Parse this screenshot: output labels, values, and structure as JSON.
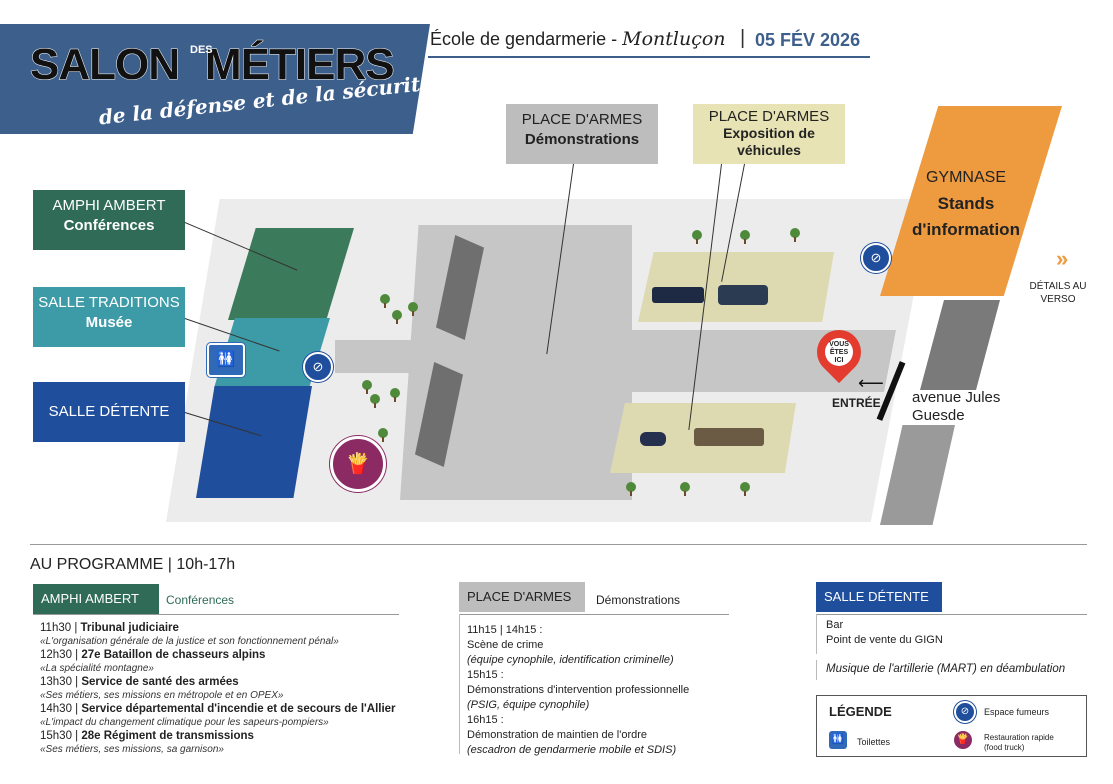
{
  "header": {
    "title_line1": "SALON",
    "title_des": "DES",
    "title_metiers": "MÉTIERS",
    "title_line2": "de la défense et de la sécurité",
    "school": "École de gendarmerie - ",
    "school_city": "Montluçon",
    "separator": "|",
    "date": "05 FÉV 2026"
  },
  "map": {
    "amphi": {
      "name": "AMPHI AMBERT",
      "sub": "Conférences"
    },
    "traditions": {
      "name": "SALLE TRADITIONS",
      "sub": "Musée"
    },
    "detente": {
      "name": "SALLE DÉTENTE"
    },
    "place1": {
      "name": "PLACE D'ARMES",
      "sub": "Démonstrations"
    },
    "place2": {
      "name": "PLACE D'ARMES",
      "sub": "Exposition de véhicules"
    },
    "gym": {
      "name": "GYMNASE",
      "sub": "Stands d'information"
    },
    "pin": "VOUS ÊTES ICI",
    "entree": "ENTRÉE",
    "street": "avenue Jules Guesde",
    "details": "DÉTAILS AU VERSO",
    "details_icon": "»",
    "icons": {
      "smoking": "smoking-area-icon",
      "toilets": "toilets-icon",
      "food": "food-truck-icon"
    }
  },
  "programme": {
    "title": "AU PROGRAMME | 10h-17h",
    "amphi": {
      "tag": "AMPHI AMBERT",
      "sub": "Conférences",
      "events": [
        {
          "time": "11h30 | ",
          "title": "Tribunal judiciaire",
          "desc": "«L'organisation générale de la justice et son fonctionnement pénal»"
        },
        {
          "time": "12h30 | ",
          "title": "27e Bataillon de chasseurs alpins",
          "desc": "«La spécialité montagne»"
        },
        {
          "time": "13h30 | ",
          "title": "Service de santé des armées",
          "desc": "«Ses métiers, ses missions en métropole et en OPEX»"
        },
        {
          "time": "14h30 | ",
          "title": "Service départemental d'incendie et de secours de l'Allier",
          "desc": "«L'impact du changement climatique pour les sapeurs-pompiers»"
        },
        {
          "time": "15h30 | ",
          "title": "28e Régiment de transmissions",
          "desc": "«Ses métiers, ses missions, sa garnison»"
        }
      ]
    },
    "place": {
      "tag": "PLACE D'ARMES",
      "sub": "Démonstrations",
      "l1": "11h15 | 14h15 :",
      "l2": "Scène de crime",
      "l3": "(équipe cynophile, identification criminelle)",
      "l4": "15h15 :",
      "l5": "Démonstrations d'intervention professionnelle",
      "l6": "(PSIG, équipe cynophile)",
      "l7": "16h15 :",
      "l8": "Démonstration de maintien de l'ordre",
      "l9": "(escadron de gendarmerie mobile et SDIS)"
    },
    "detente": {
      "tag": "SALLE DÉTENTE",
      "l1": "Bar",
      "l2": "Point de vente du GIGN",
      "l3": "Musique de l'artillerie (MART) en déambulation"
    }
  },
  "legend": {
    "title": "LÉGENDE",
    "smoking": "Espace fumeurs",
    "toilets": "Toilettes",
    "food_l1": "Restauration rapide",
    "food_l2": "(food truck)"
  }
}
